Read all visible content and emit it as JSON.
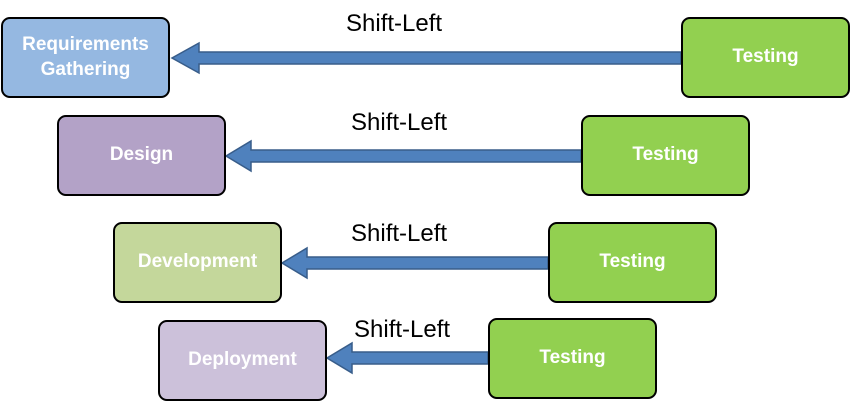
{
  "rows": [
    {
      "stage": {
        "label": "Requirements Gathering",
        "color": "#95b8e1"
      },
      "arrow_label": "Shift-Left",
      "testing": {
        "label": "Testing",
        "color": "#92d050"
      }
    },
    {
      "stage": {
        "label": "Design",
        "color": "#b3a2c7"
      },
      "arrow_label": "Shift-Left",
      "testing": {
        "label": "Testing",
        "color": "#92d050"
      }
    },
    {
      "stage": {
        "label": "Development",
        "color": "#c4d79b"
      },
      "arrow_label": "Shift-Left",
      "testing": {
        "label": "Testing",
        "color": "#92d050"
      }
    },
    {
      "stage": {
        "label": "Deployment",
        "color": "#ccc1da"
      },
      "arrow_label": "Shift-Left",
      "testing": {
        "label": "Testing",
        "color": "#92d050"
      }
    }
  ],
  "arrow_color": "#4f81bd"
}
